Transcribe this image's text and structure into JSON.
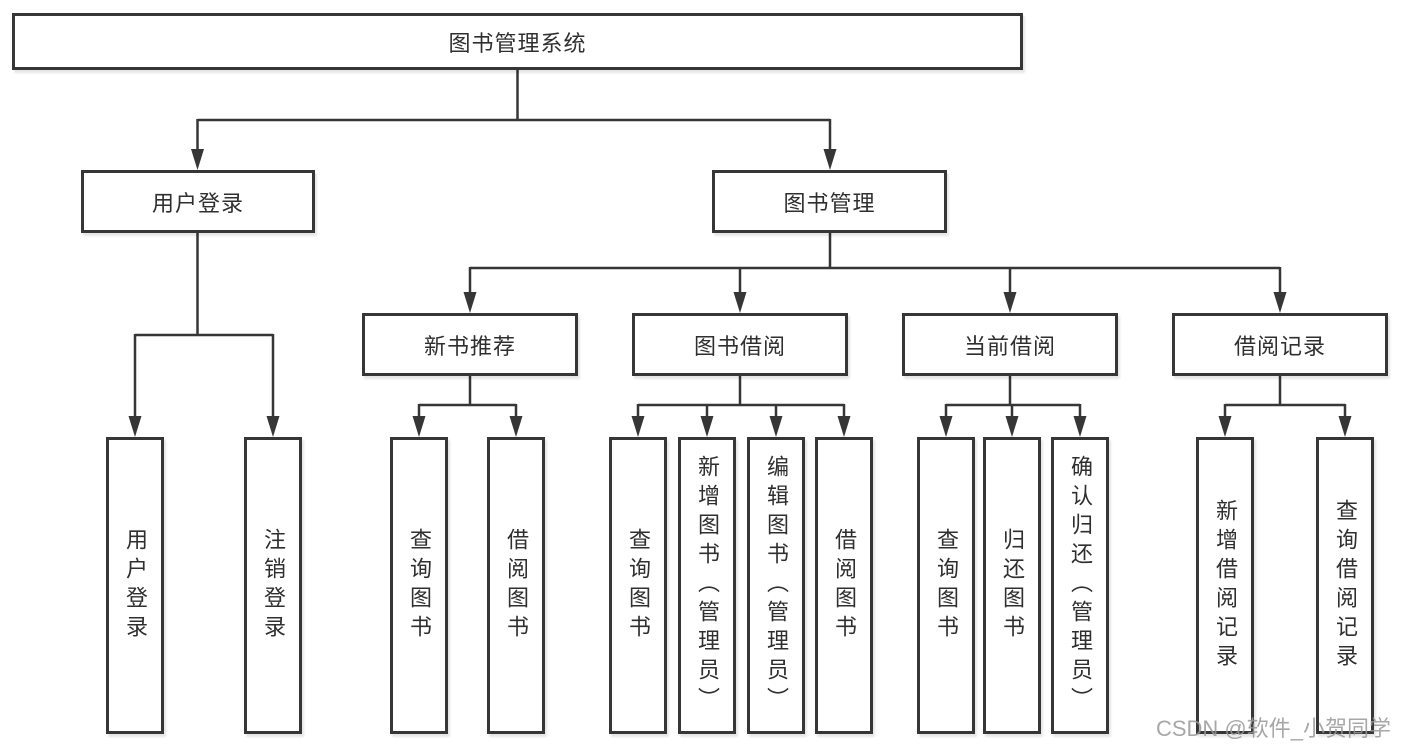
{
  "tree": {
    "label": "图书管理系统",
    "children": [
      {
        "label": "用户登录",
        "children": [
          {
            "label": "用户登录"
          },
          {
            "label": "注销登录"
          }
        ]
      },
      {
        "label": "图书管理",
        "children": [
          {
            "label": "新书推荐",
            "children": [
              {
                "label": "查询图书"
              },
              {
                "label": "借阅图书"
              }
            ]
          },
          {
            "label": "图书借阅",
            "children": [
              {
                "label": "查询图书"
              },
              {
                "label": "新增图书（管理员）"
              },
              {
                "label": "编辑图书（管理员）"
              },
              {
                "label": "借阅图书"
              }
            ]
          },
          {
            "label": "当前借阅",
            "children": [
              {
                "label": "查询图书"
              },
              {
                "label": "归还图书"
              },
              {
                "label": "确认归还（管理员）"
              }
            ]
          },
          {
            "label": "借阅记录",
            "children": [
              {
                "label": "新增借阅记录"
              },
              {
                "label": "查询借阅记录"
              }
            ]
          }
        ]
      }
    ]
  },
  "watermark": "CSDN @软件_小贺同学",
  "colors": {
    "line": "#363636",
    "text": "#2f2f2f",
    "watermark": "#989898",
    "background": "#ffffff"
  }
}
